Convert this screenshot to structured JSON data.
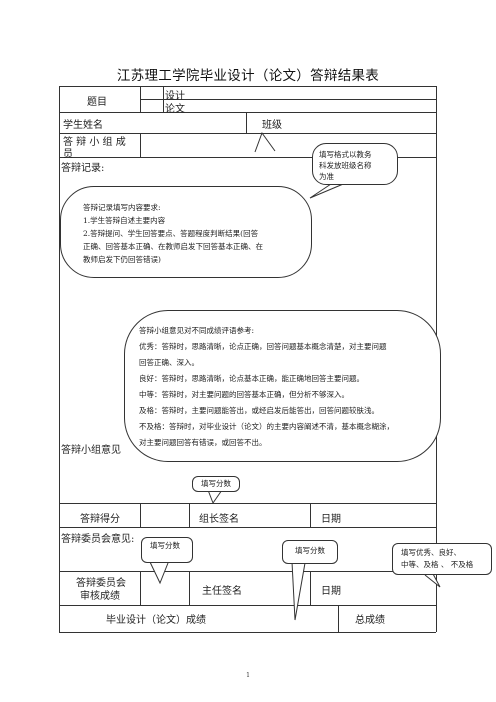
{
  "title": "江苏理工学院毕业设计（论文）答辩结果表",
  "rows": {
    "topic_label": "题目",
    "design_label": "设计",
    "thesis_label": "论文",
    "student_label": "学生姓名",
    "class_label": "班级",
    "panel_label_line1": "答 辩 小 组 成",
    "panel_label_line2": "员",
    "record_label": "答辩记录:",
    "panel_opinion_label": "答辩小组意见",
    "score_label": "答辩得分",
    "leader_sign_label": "组长签名",
    "date_label": "日期",
    "committee_opinion_label": "答辩委员会意见:",
    "committee_review_line1": "答辩委员会",
    "committee_review_line2": "审核成绩",
    "director_sign_label": "主任签名",
    "date_label_2": "日期",
    "final_grade_label": "毕业设计（论文）成绩",
    "total_grade_label": "总成绩"
  },
  "callouts": {
    "class_note": [
      "填写格式以教务",
      "科发放班级名称",
      "为准"
    ],
    "record_note": [
      "答辩记录填写内容要求:",
      "1.学生答辩自述主要内容",
      "2.答辩提问、学生回答要点、答题程度判断结果(回答",
      "正确、回答基本正确、在教师启发下回答基本正确、在",
      "教师启发下仍回答错误)"
    ],
    "opinion_note": [
      "答辩小组意见对不同成绩评语参考:",
      "优秀：答辩时，思路清晰，论点正确，回答问题基本概念清楚，对主要问题",
      "回答正确、深入。",
      "良好：答辩时，思路清晰，论点基本正确，能正确地回答主要问题。",
      "中等：答辩时，对主要问题的回答基本正确，但分析不够深入。",
      "及格：答辩时，主要问题能答出，或经启发后能答出，回答问题较肤浅。",
      "不及格：答辩时，对毕业设计（论文）的主要内容阐述不清，基本概念糊涂，",
      "对主要问题回答有错误，或回答不出。"
    ],
    "score_note": "填写分数",
    "committee_score_note_1": "填写分数",
    "committee_score_note_2": "填写分数",
    "grade_note": [
      "填写优秀、良好、",
      "中等、及格 、 不及格"
    ]
  },
  "page_number": "1"
}
